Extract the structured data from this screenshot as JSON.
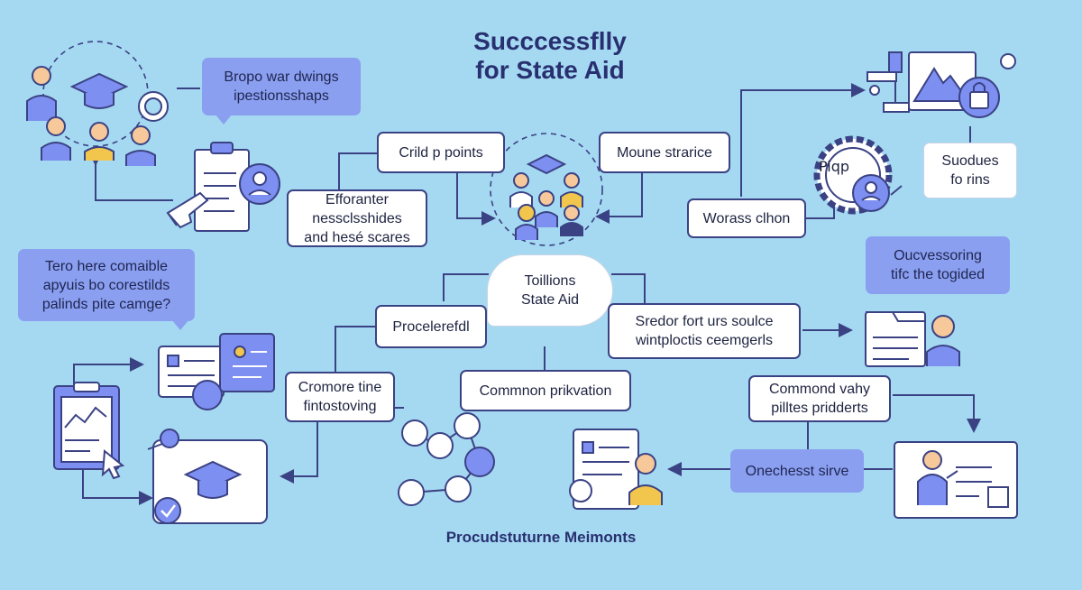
{
  "title": {
    "line1": "Succcessflly",
    "line2": "for State Aid"
  },
  "footer": "Procudstuturne Meimonts",
  "nodes": {
    "bubble_top_left": [
      "Bropo war dwings",
      "ipestionsshaps"
    ],
    "crild_points": [
      "Crild  p points"
    ],
    "moune_strarice": [
      "Moune strarice"
    ],
    "efforanter": [
      "Efforanter",
      "nessclsshides",
      "and hesé scares"
    ],
    "worass_clhon": [
      "Worass clhon"
    ],
    "suodues": [
      "Suodues",
      "fo rins"
    ],
    "bubble_left": [
      "Tero here comaible",
      "apyuis bo corestilds",
      "palinds pite camge?"
    ],
    "toilions": [
      "Toillions",
      "State Aid"
    ],
    "oucvessoring": [
      "Oucvessoring",
      "tifc the togided"
    ],
    "procelerefdl": [
      "Procelerefdl"
    ],
    "sredor": [
      "Sredor fort urs soulce",
      "wintploctis ceemgerls"
    ],
    "cromore": [
      "Cromore tine",
      "fintostoving"
    ],
    "common_prikvation": [
      "Commnon prikvation"
    ],
    "commond_vahy": [
      "Commond vahy",
      "pilltes pridderts"
    ],
    "onechesst": [
      "Onechesst sirve"
    ]
  },
  "colors": {
    "background": "#a5d9f2",
    "outline": "#3b4284",
    "accent": "#8a9ff0",
    "icon_fill": "#7d8ff0",
    "skin": "#f6c89a",
    "gold": "#f2c64d"
  },
  "icons": [
    "graduation-cap-icon",
    "team-icon",
    "magnifier-icon",
    "clipboard-icon",
    "pointing-hand-icon",
    "user-badge-icon",
    "desk-lamp-icon",
    "mountain-frame-icon",
    "lock-badge-icon",
    "gear-icon",
    "student-group-icon",
    "pig-sketch-icon",
    "chat-card-icon",
    "chart-clipboard-icon",
    "cursor-icon",
    "graduation-card-icon",
    "check-icon",
    "people-network-icon",
    "document-person-icon",
    "folder-person-icon",
    "presenter-board-icon"
  ]
}
